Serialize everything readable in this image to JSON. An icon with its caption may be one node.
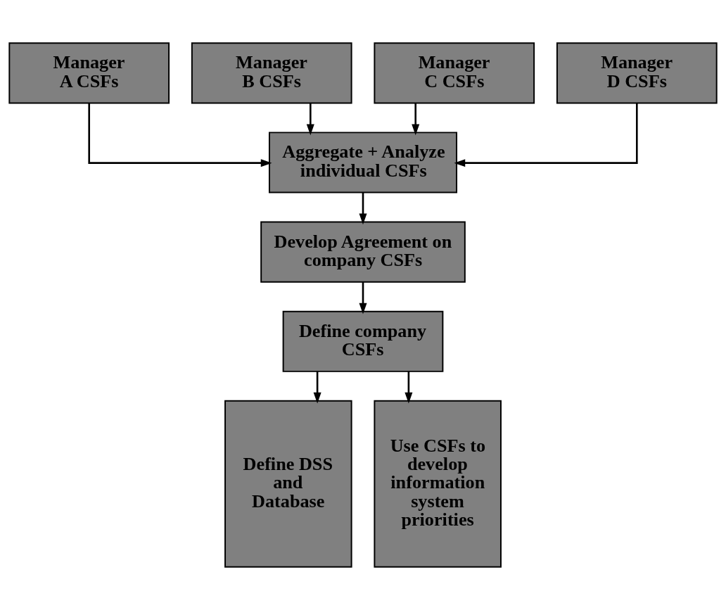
{
  "diagram": {
    "nodes": [
      {
        "text": [
          "Manager A CSFs"
        ]
      },
      {
        "text": [
          "Manager B CSFs"
        ]
      },
      {
        "text": [
          "Manager C CSFs"
        ]
      },
      {
        "text": [
          "Manager D CSFs"
        ]
      },
      {
        "text": [
          "Aggregate + Analyze individual CSFs"
        ]
      },
      {
        "text": [
          "Develop Agreement on company CSFs"
        ]
      },
      {
        "text": [
          "Define company CSFs"
        ]
      },
      {
        "text": [
          "Define DSS and Database"
        ]
      },
      {
        "text": [
          "Use CSFs to develop information system priorities"
        ]
      }
    ],
    "edges": [
      {
        "from": 0,
        "to": 4,
        "arrow": "to"
      },
      {
        "from": 1,
        "to": 4,
        "arrow": "to"
      },
      {
        "from": 2,
        "to": 4,
        "arrow": "to"
      },
      {
        "from": 3,
        "to": 4,
        "arrow": "to"
      },
      {
        "from": 4,
        "to": 5,
        "arrow": "to"
      },
      {
        "from": 5,
        "to": 6,
        "arrow": "to"
      },
      {
        "from": 6,
        "to": 7,
        "arrow": "to"
      },
      {
        "from": 6,
        "to": 8,
        "arrow": "to"
      }
    ]
  }
}
